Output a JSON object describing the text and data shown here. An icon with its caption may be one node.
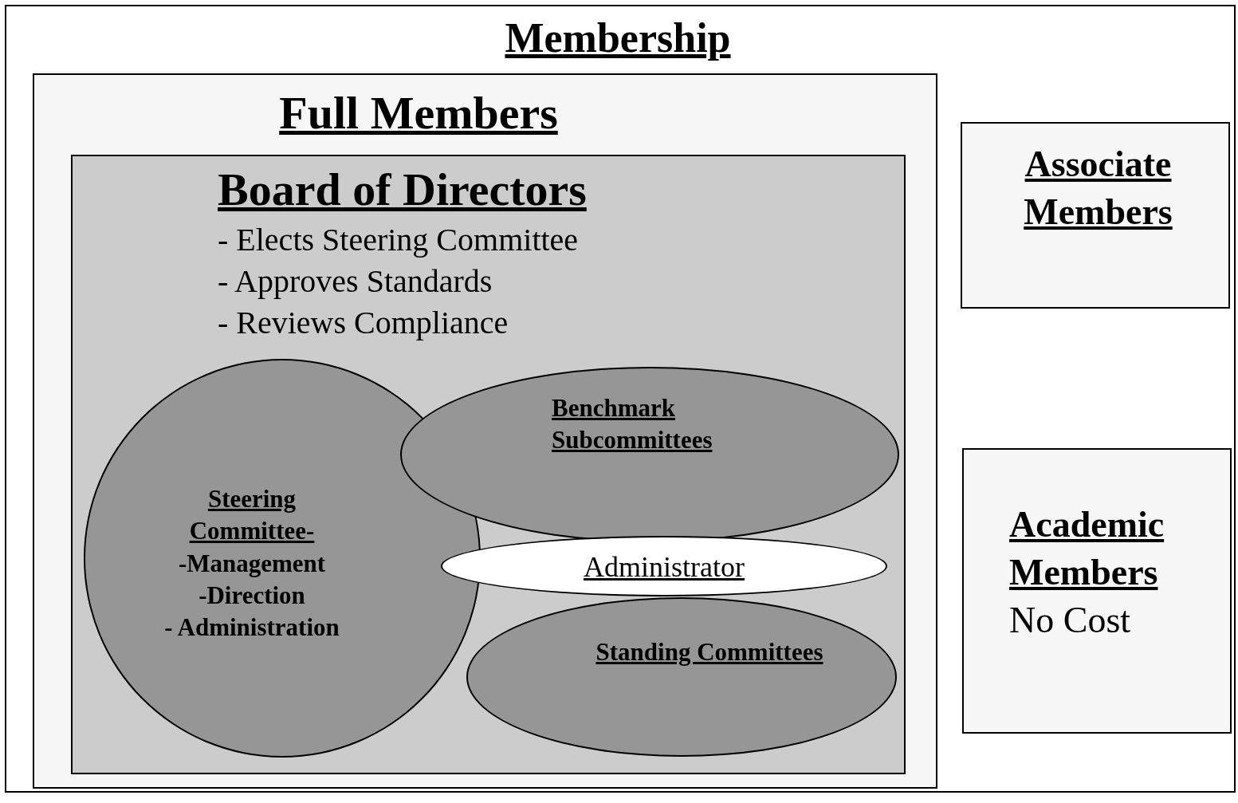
{
  "diagram": {
    "nodes": [
      {
        "text": [
          "Membership"
        ]
      },
      {
        "text": [
          "Full Members"
        ],
        "in": 0
      },
      {
        "text": [
          "Board of Directors",
          "- Elects Steering Committee",
          "- Approves Standards",
          "- Reviews Compliance"
        ],
        "in": 1
      },
      {
        "text": [
          "Steering Committee-",
          "-Management",
          "-Direction",
          "- Administration"
        ],
        "in": 2
      },
      {
        "text": [
          "Benchmark Subcommittees"
        ],
        "in": 2
      },
      {
        "text": [
          "Standing Committees"
        ],
        "in": 2
      },
      {
        "text": [
          "Administrator"
        ],
        "in": 2
      },
      {
        "text": [
          "Associate Members"
        ],
        "in": 0
      },
      {
        "text": [
          "Academic Members",
          "No Cost"
        ],
        "in": 0
      }
    ]
  }
}
